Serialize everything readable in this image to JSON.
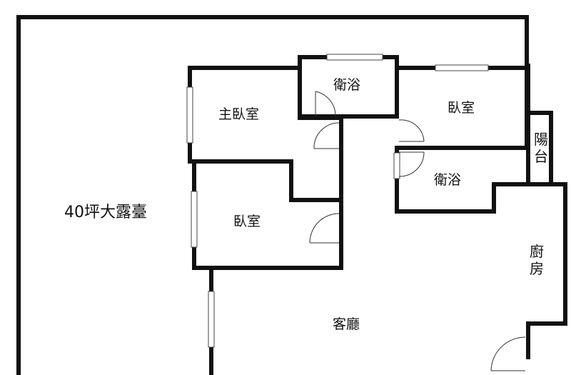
{
  "floor_plan": {
    "terrace_label": "40坪大露臺",
    "rooms": {
      "master_bedroom": "主臥室",
      "bathroom_1": "衛浴",
      "bedroom_right": "臥室",
      "bathroom_2": "衛浴",
      "bedroom_left": "臥室",
      "balcony": "陽台",
      "kitchen": "廚房",
      "living_room": "客廳"
    }
  }
}
